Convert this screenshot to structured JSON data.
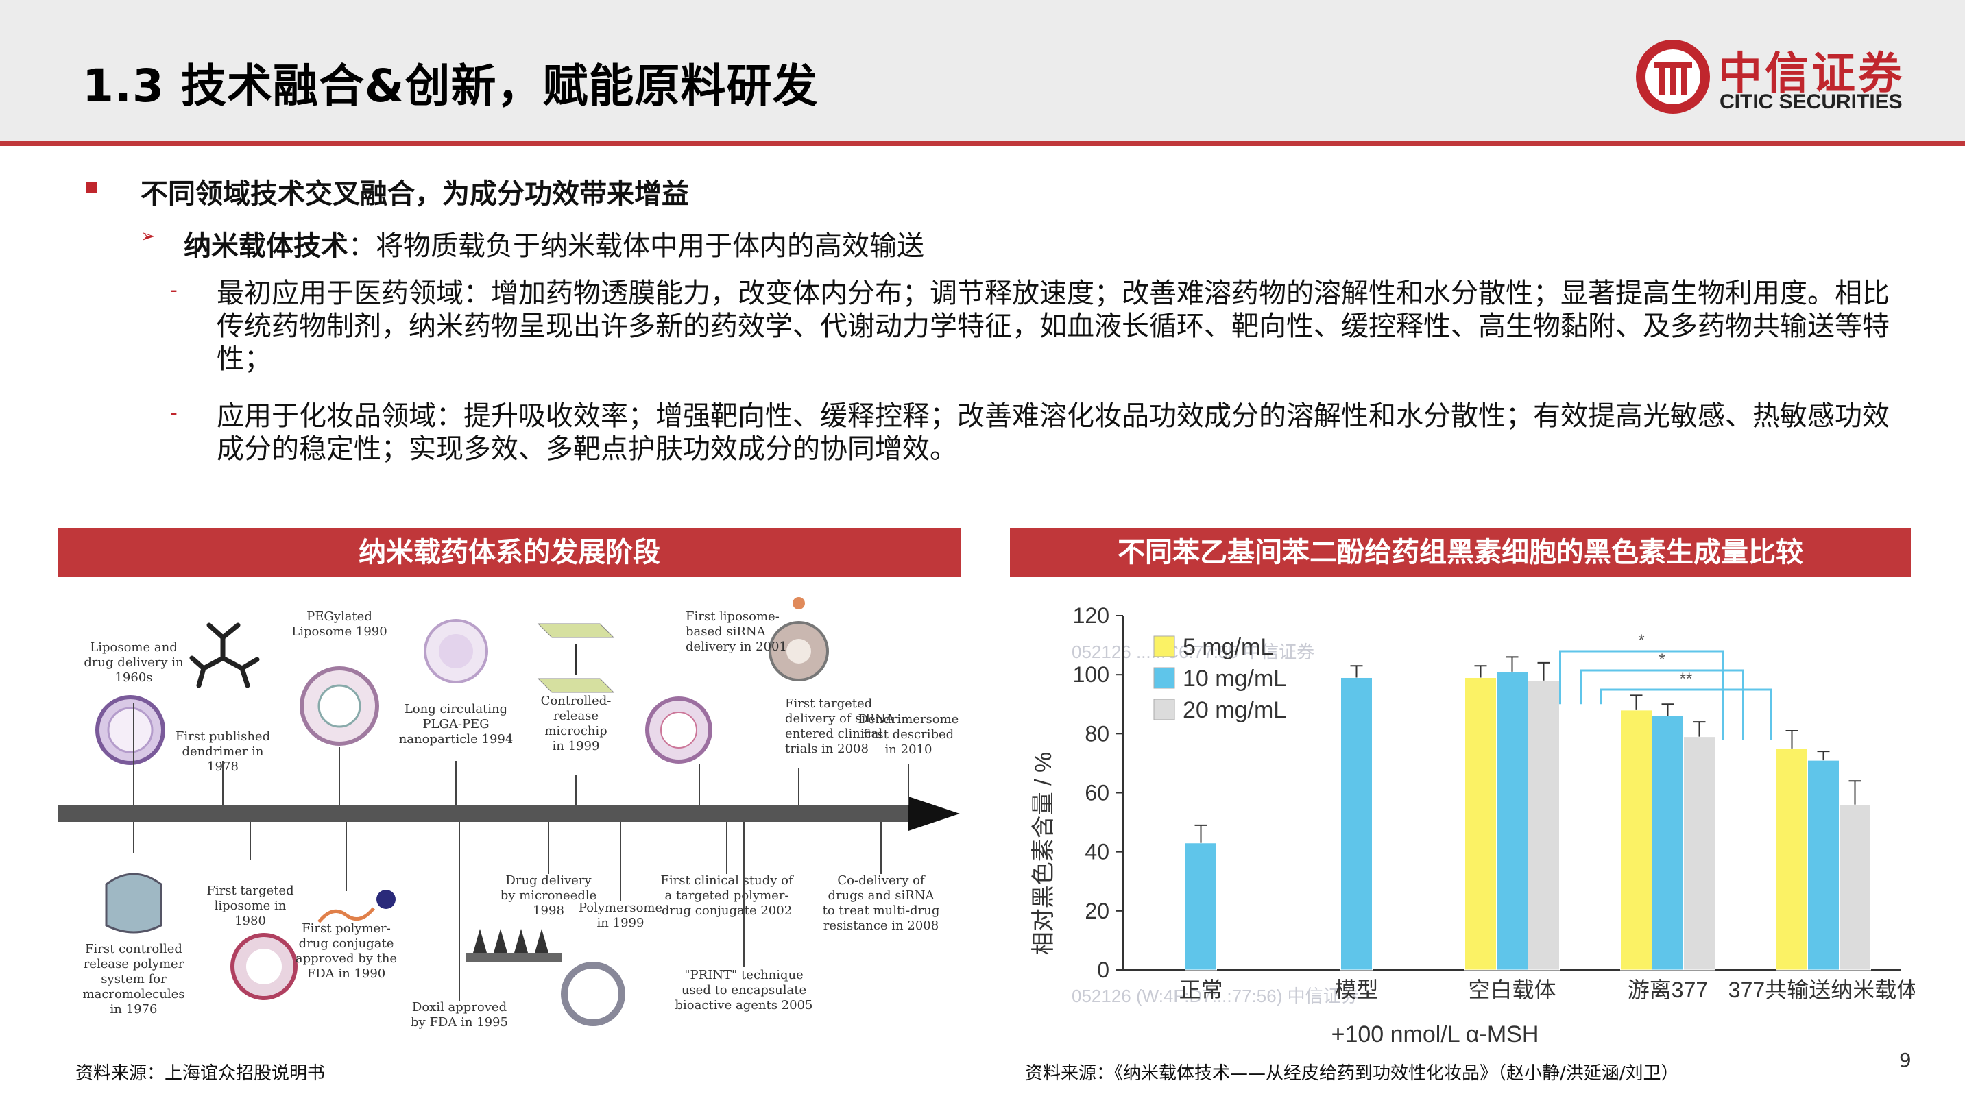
{
  "header": {
    "title": "1.3 技术融合&创新，赋能原料研发",
    "logo_cn": "中信证券",
    "logo_en": "CITIC SECURITIES"
  },
  "bullets": {
    "level1": "不同领域技术交叉融合，为成分功效带来增益",
    "level2_bold": "纳米载体技术",
    "level2_rest": "：将物质载负于纳米载体中用于体内的高效输送",
    "items": [
      "最初应用于医药领域：增加药物透膜能力，改变体内分布；调节释放速度；改善难溶药物的溶解性和水分散性；显著提高生物利用度。相比传统药物制剂，纳米药物呈现出许多新的药效学、代谢动力学特征，如血液长循环、靶向性、缓控释性、高生物黏附、及多药物共输送等特性；",
      "应用于化妆品领域：提升吸收效率；增强靶向性、缓释控释；改善难溶化妆品功效成分的溶解性和水分散性；有效提高光敏感、热敏感功效成分的稳定性；实现多效、多靶点护肤功效成分的协同增效。"
    ]
  },
  "left_panel": {
    "title": "纳米载药体系的发展阶段",
    "source": "资料来源：上海谊众招股说明书",
    "timeline_top": [
      [
        "Liposome and",
        "drug delivery in",
        "1960s"
      ],
      [
        "First published",
        "dendrimer in",
        "1978"
      ],
      [
        "PEGylated",
        "Liposome 1990"
      ],
      [
        "Long circulating",
        "PLGA-PEG",
        "nanoparticle 1994"
      ],
      [
        "Controlled-",
        "release",
        "microchip",
        "in 1999"
      ],
      [
        "First liposome-",
        "based siRNA",
        "delivery in 2001"
      ],
      [
        "First targeted",
        "delivery of siRNA",
        "entered clinical",
        "trials in 2008"
      ],
      [
        "Dendrimersome",
        "first described",
        "in 2010"
      ]
    ],
    "timeline_bottom": [
      [
        "First controlled",
        "release polymer",
        "system for",
        "macromolecules",
        "in 1976"
      ],
      [
        "First targeted",
        "liposome in",
        "1980"
      ],
      [
        "First polymer-",
        "drug conjugate",
        "approved by the",
        "FDA in 1990"
      ],
      [
        "Doxil approved",
        "by FDA in 1995"
      ],
      [
        "Drug delivery",
        "by microneedle",
        "1998"
      ],
      [
        "Polymersome",
        "in 1999"
      ],
      [
        "First clinical study of",
        "a targeted polymer-",
        "drug conjugate 2002"
      ],
      [
        "\"PRINT\" technique",
        "used to encapsulate",
        "bioactive agents 2005"
      ],
      [
        "Co-delivery of",
        "drugs and siRNA",
        "to treat multi-drug",
        "resistance in 2008"
      ]
    ]
  },
  "right_panel": {
    "title": "不同苯乙基间苯二酚给药组黑素细胞的黑色素生成量比较",
    "source": "资料来源：《纳米载体技术——从经皮给药到功效性化妆品》（赵小静/洪延涵/刘卫）",
    "watermark_top": "052126 ......C6:77:55 中信证券",
    "watermark_bottom": "052126 (W:4F:D7:..:77:56) 中信证券"
  },
  "chart_data": {
    "type": "bar",
    "ylabel": "相对黑色素含量 / %",
    "ylim": [
      0,
      120
    ],
    "yticks": [
      0,
      20,
      40,
      60,
      80,
      100,
      120
    ],
    "categories": [
      "正常",
      "模型",
      "空白载体",
      "游离377",
      "377共输送纳米载体"
    ],
    "xlabel": "+100 nmol/L α-MSH",
    "bracket_ranges_label": "",
    "legend_position": "top-left",
    "series": [
      {
        "name": "5 mg/mL",
        "color": "#fbf265",
        "values": [
          null,
          null,
          99,
          88,
          75
        ],
        "errors": [
          null,
          null,
          4,
          5,
          6
        ]
      },
      {
        "name": "10 mg/mL",
        "color": "#5fc5ea",
        "values": [
          43,
          99,
          101,
          86,
          71
        ],
        "errors": [
          6,
          4,
          5,
          4,
          3
        ]
      },
      {
        "name": "20 mg/mL",
        "color": "#dcdcdc",
        "values": [
          null,
          null,
          98,
          79,
          56
        ],
        "errors": [
          null,
          null,
          6,
          5,
          8
        ]
      }
    ],
    "significance": [
      "*",
      "*",
      "**"
    ]
  },
  "page": {
    "number": "9"
  },
  "colors": {
    "accent": "#c0373a",
    "logo_red": "#c0262d",
    "header_bg": "#ececec"
  }
}
